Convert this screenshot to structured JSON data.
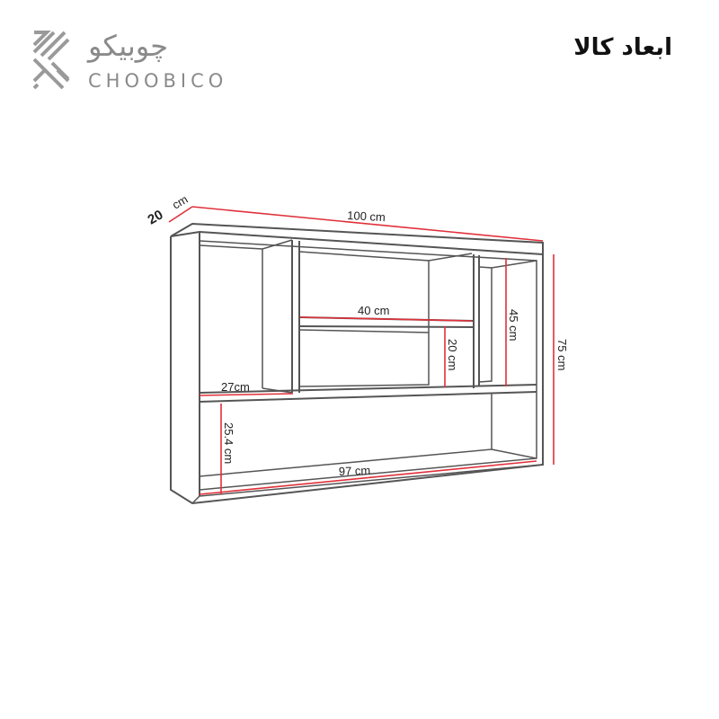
{
  "logo": {
    "name_fa": "چوبیکو",
    "name_en": "CHOOBICO"
  },
  "title": "ابعاد کالا",
  "dimensions": {
    "depth": "20",
    "depth_unit": "cm",
    "width": "100 cm",
    "height": "75 cm",
    "inner_shelf_width": "40 cm",
    "right_compartment_height": "45 cm",
    "middle_compartment_height": "20 cm",
    "left_shelf_width": "27cm",
    "bottom_compartment_height": "25.4 cm",
    "bottom_width": "97 cm"
  },
  "colors": {
    "dimension_line": "#e0303a",
    "outline": "#555555",
    "logo": "#8a8a8a"
  }
}
